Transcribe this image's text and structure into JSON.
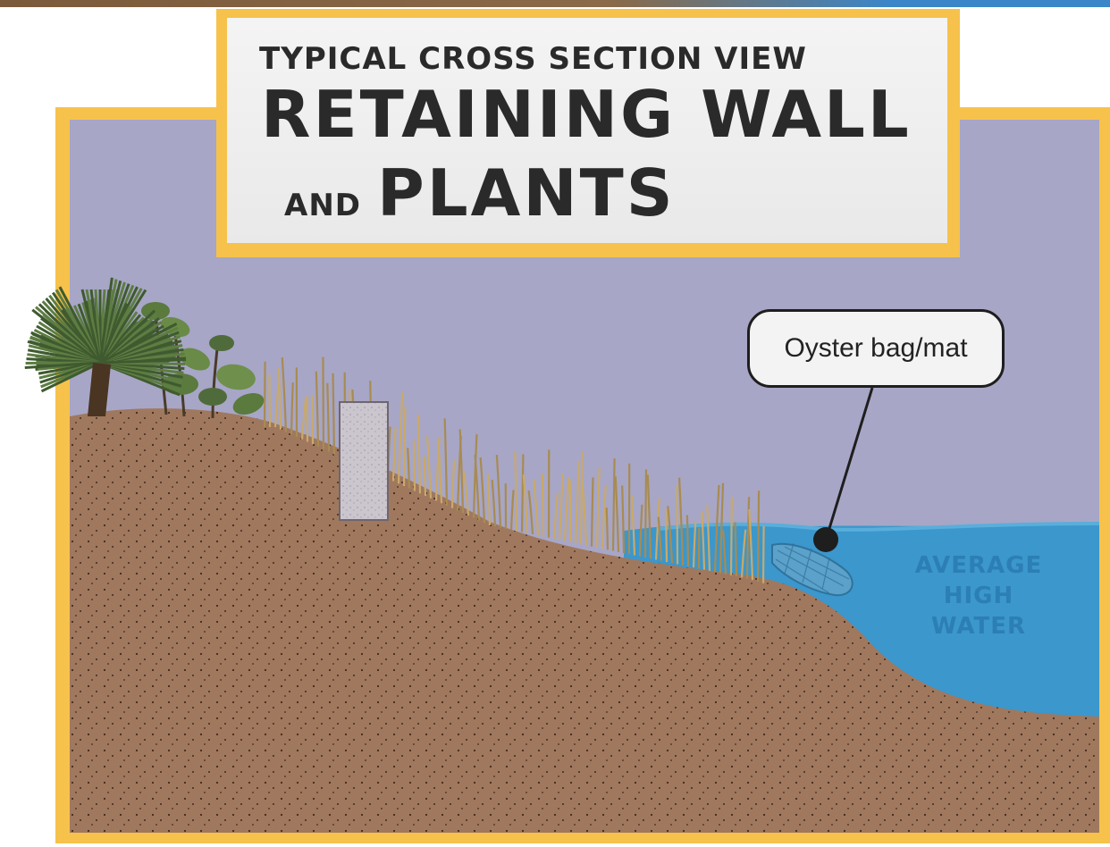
{
  "title": {
    "line1": "TYPICAL CROSS SECTION VIEW",
    "line2": "RETAINING WALL",
    "line3_small": "AND",
    "line3_big": "PLANTS"
  },
  "callout": {
    "label": "Oyster bag/mat"
  },
  "water": {
    "label_line1": "AVERAGE",
    "label_line2": "HIGH WATER"
  },
  "colors": {
    "frame": "#f6c24b",
    "sky": "#a7a6c6",
    "soil": "#a0785e",
    "water": "#3b97cc",
    "wall": "#cbc5ce",
    "grass": "#c9a96a",
    "foliage": "#4f6b3b"
  }
}
